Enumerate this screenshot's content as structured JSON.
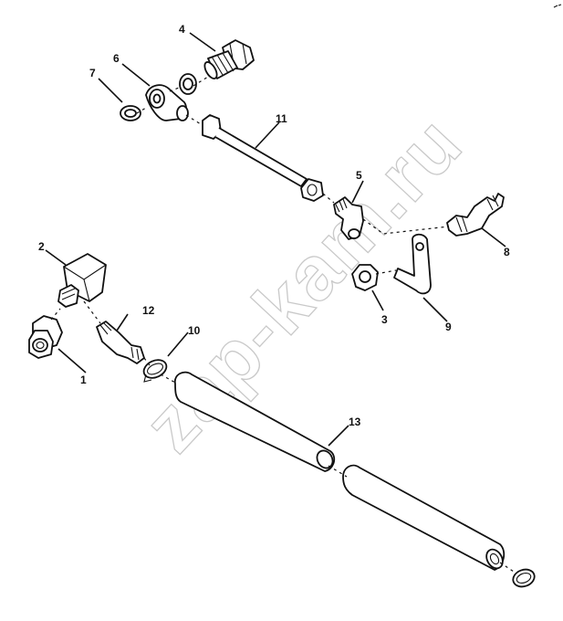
{
  "diagram": {
    "watermark_text": "zap-kam.ru",
    "callouts": [
      "1",
      "2",
      "3",
      "4",
      "5",
      "6",
      "7",
      "8",
      "9",
      "10",
      "11",
      "12",
      "13"
    ]
  }
}
